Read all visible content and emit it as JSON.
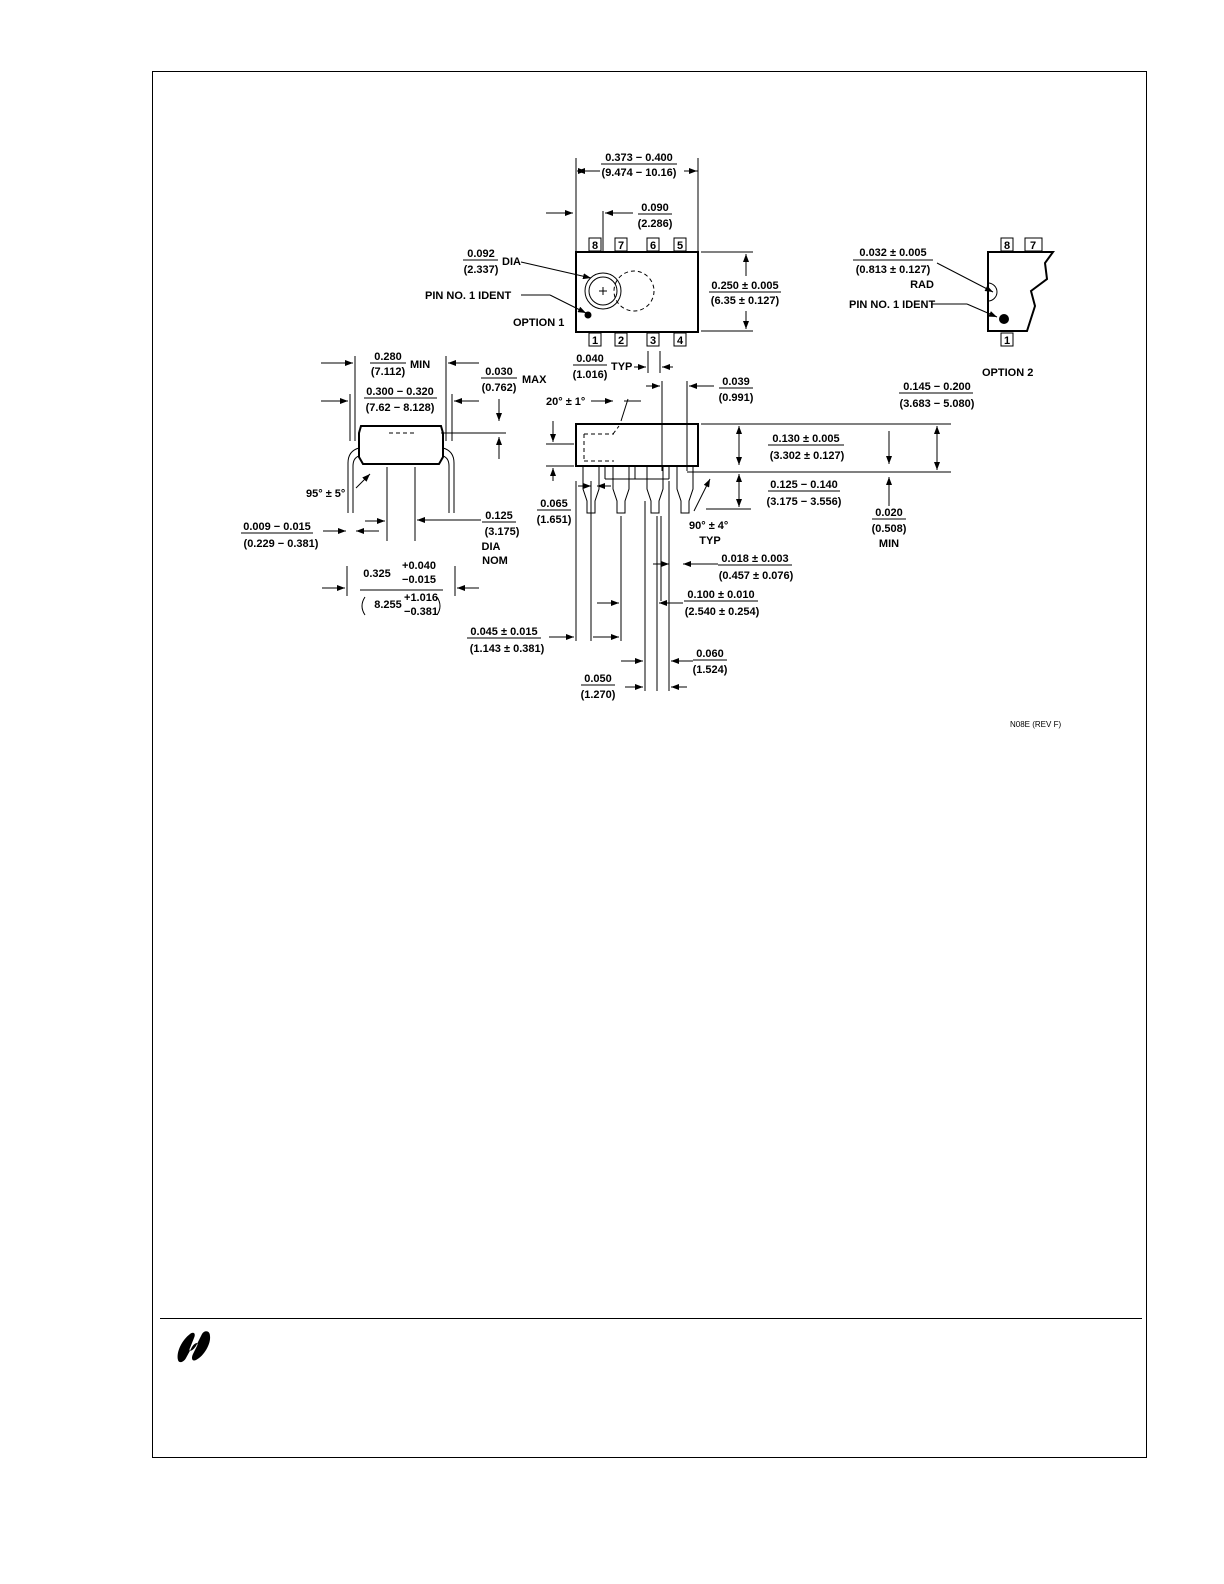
{
  "top_view": {
    "overall_width": {
      "in": "0.373 − 0.400",
      "mm": "(9.474 − 10.16)"
    },
    "pin_pitch_from_edge": {
      "in": "0.090",
      "mm": "(2.286)"
    },
    "dia": {
      "in": "0.092",
      "mm": "(2.337)",
      "suffix": "DIA"
    },
    "pin1_ident": "PIN NO. 1 IDENT",
    "option": "OPTION 1",
    "body_width": {
      "in": "0.250 ± 0.005",
      "mm": "(6.35 ± 0.127)"
    },
    "top_pins": [
      "8",
      "7",
      "6",
      "5"
    ],
    "bottom_pins": [
      "1",
      "2",
      "3",
      "4"
    ],
    "lead_typ": {
      "in": "0.040",
      "mm": "(1.016)",
      "suffix": "TYP"
    }
  },
  "option2": {
    "rad": {
      "in": "0.032 ± 0.005",
      "mm": "(0.813 ± 0.127)",
      "suffix": "RAD"
    },
    "pin1_ident": "PIN NO. 1 IDENT",
    "top_pins": [
      "8",
      "7"
    ],
    "bottom_pin": "1",
    "label": "OPTION 2"
  },
  "end_view": {
    "min_span": {
      "in": "0.280",
      "mm": "(7.112)",
      "suffix": "MIN"
    },
    "span": {
      "in": "0.300 − 0.320",
      "mm": "(7.62 − 8.128)"
    },
    "max": {
      "in": "0.030",
      "mm": "(0.762)",
      "suffix": "MAX"
    },
    "angle": "95° ± 5°",
    "lead_thick": {
      "in": "0.009 − 0.015",
      "mm": "(0.229 − 0.381)"
    },
    "dia_nom": {
      "in": "0.125",
      "mm": "(3.175)",
      "l1": "DIA",
      "l2": "NOM"
    },
    "row_span": {
      "in": "0.325",
      "plus_in": "+0.040",
      "minus_in": "−0.015",
      "mm": "8.255",
      "plus_mm": "+1.016",
      "minus_mm": "−0.381"
    }
  },
  "side_view": {
    "angle": "20° ± 1°",
    "d039": {
      "in": "0.039",
      "mm": "(0.991)"
    },
    "height_total": {
      "in": "0.145 − 0.200",
      "mm": "(3.683 − 5.080)"
    },
    "body_height": {
      "in": "0.130 ± 0.005",
      "mm": "(3.302 ± 0.127)"
    },
    "lead_len": {
      "in": "0.125 − 0.140",
      "mm": "(3.175 − 3.556)"
    },
    "standoff": {
      "in": "0.020",
      "mm": "(0.508)",
      "suffix": "MIN"
    },
    "shoulder": {
      "in": "0.065",
      "mm": "(1.651)"
    },
    "angle90": "90° ± 4°",
    "typ": "TYP",
    "lead_w": {
      "in": "0.018 ± 0.003",
      "mm": "(0.457 ± 0.076)"
    },
    "pitch": {
      "in": "0.100 ± 0.010",
      "mm": "(2.540 ± 0.254)"
    },
    "end_lead": {
      "in": "0.045 ± 0.015",
      "mm": "(1.143 ± 0.381)"
    },
    "w060": {
      "in": "0.060",
      "mm": "(1.524)"
    },
    "w050": {
      "in": "0.050",
      "mm": "(1.270)"
    }
  },
  "revision": "N08E (REV F)"
}
